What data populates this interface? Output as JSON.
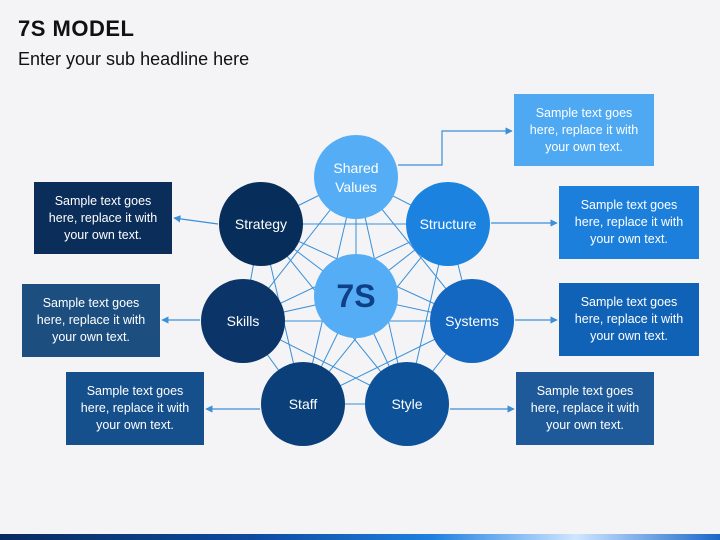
{
  "title": "7S MODEL",
  "subtitle": "Enter your sub headline here",
  "center": {
    "label": "7S",
    "color": "#55aef5",
    "text_color": "#0f3f86"
  },
  "nodes": [
    {
      "key": "shared-values",
      "label": "Shared Values",
      "color": "#55aef5"
    },
    {
      "key": "structure",
      "label": "Structure",
      "color": "#1c82e0"
    },
    {
      "key": "systems",
      "label": "Systems",
      "color": "#1467c0"
    },
    {
      "key": "style",
      "label": "Style",
      "color": "#0d5298"
    },
    {
      "key": "staff",
      "label": "Staff",
      "color": "#0b3f7a"
    },
    {
      "key": "skills",
      "label": "Skills",
      "color": "#0b3468"
    },
    {
      "key": "strategy",
      "label": "Strategy",
      "color": "#072d5a"
    }
  ],
  "boxes": [
    {
      "key": "shared-values",
      "text": "Sample text goes here, replace it with your own text.",
      "color": "#4ea8f2"
    },
    {
      "key": "structure",
      "text": "Sample text goes here, replace it with your own text.",
      "color": "#1c7fdb"
    },
    {
      "key": "systems",
      "text": "Sample text goes here, replace it with your own text.",
      "color": "#1062b6"
    },
    {
      "key": "style",
      "text": "Sample text goes here, replace it with your own text.",
      "color": "#1e5a9a"
    },
    {
      "key": "staff",
      "text": "Sample text goes here, replace it with your own text.",
      "color": "#154f8c"
    },
    {
      "key": "skills",
      "text": "Sample text goes here, replace it with your own text.",
      "color": "#1c4f80"
    },
    {
      "key": "strategy",
      "text": "Sample text goes here, replace it with your own text.",
      "color": "#0a2d5a"
    }
  ],
  "line_color": "#3a8fd8"
}
